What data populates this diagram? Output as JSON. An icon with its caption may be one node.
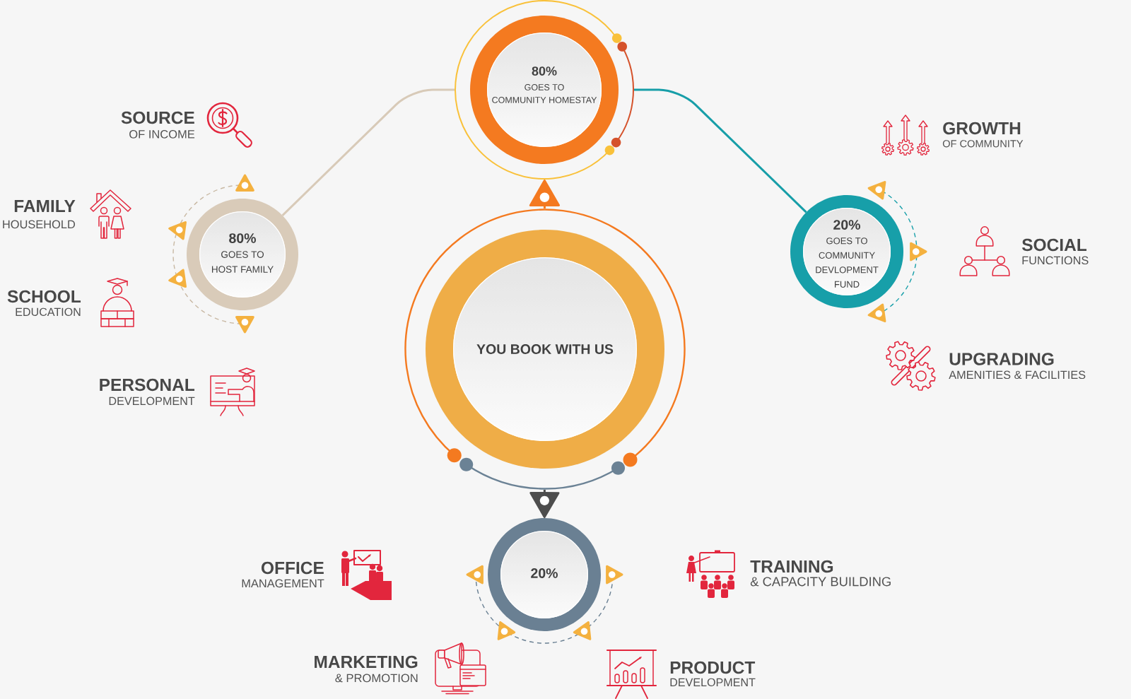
{
  "diagram": {
    "nodes": [
      {
        "text": [
          "80%",
          "GOES TO COMMUNITY HOMESTAY"
        ]
      },
      {
        "text": [
          "80%",
          "GOES TO HOST FAMILY"
        ]
      },
      {
        "text": [
          "YOU BOOK WITH US"
        ]
      },
      {
        "text": [
          "20%",
          "GOES TO COMMUNITY DEVLOPMENT FUND"
        ]
      },
      {
        "text": [
          "20%"
        ]
      }
    ],
    "edges": [
      {
        "from": 2,
        "to": 0,
        "arrow": "to",
        "color": "#f47920"
      },
      {
        "from": 0,
        "to": 1,
        "arrow": "none",
        "color": "#d8cab8"
      },
      {
        "from": 0,
        "to": 3,
        "arrow": "none",
        "color": "#179ea8"
      },
      {
        "from": 2,
        "to": 4,
        "arrow": "to",
        "color": "#4d4d4d"
      }
    ],
    "labels": [
      "SOURCE",
      "OF INCOME",
      "GROWTH",
      "OF COMMUNITY",
      "FAMILY",
      "HOUSEHOLD",
      "SOCIAL",
      "FUNCTIONS",
      "SCHOOL",
      "EDUCATION",
      "UPGRADING",
      "AMENITIES & FACILITIES",
      "PERSONAL",
      "DEVELOPMENT",
      "OFFICE",
      "MANAGEMENT",
      "TRAINING",
      "& CAPACITY BUILDING",
      "MARKETING",
      "& PROMOTION",
      "PRODUCT",
      "DEVELOPMENT"
    ]
  }
}
